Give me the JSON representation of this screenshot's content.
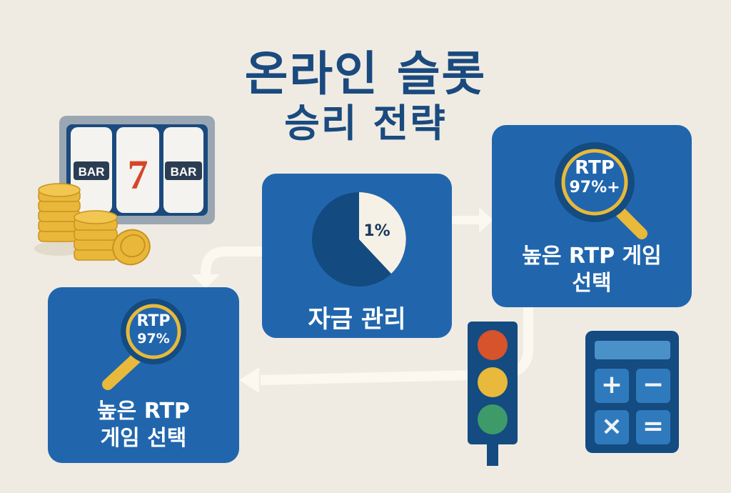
{
  "title": {
    "line1": "온라인 슬롯",
    "line2": "승리 전략"
  },
  "colors": {
    "background": "#efebe3",
    "title": "#1a4a7e",
    "card": "#2166ad",
    "card_dark": "#144b80",
    "accent_yellow": "#e8b93a",
    "accent_red": "#d6532b",
    "accent_green": "#3f9a6a",
    "arrow": "#fbf8f0"
  },
  "slot_machine": {
    "reels": [
      "BAR",
      "7",
      "BAR"
    ]
  },
  "cards": {
    "fund_management": {
      "pie_label": "1%",
      "label": "자금 관리"
    },
    "rtp_right": {
      "lens_line1": "RTP",
      "lens_line2": "97%+",
      "label_line1": "높은 RTP 게임",
      "label_line2": "선택"
    },
    "rtp_left": {
      "lens_line1": "RTP",
      "lens_line2": "97%",
      "label_line1": "높은 RTP",
      "label_line2": "게임 선택"
    }
  },
  "traffic_light": {
    "lights": [
      "red",
      "yellow",
      "green"
    ]
  },
  "calculator": {
    "keys": [
      "+",
      "−",
      "×",
      "="
    ]
  },
  "chart_data": {
    "type": "pie",
    "title": "자금 관리",
    "categories": [
      "1%",
      "rest"
    ],
    "values": [
      35,
      65
    ],
    "annotation": "1%"
  }
}
